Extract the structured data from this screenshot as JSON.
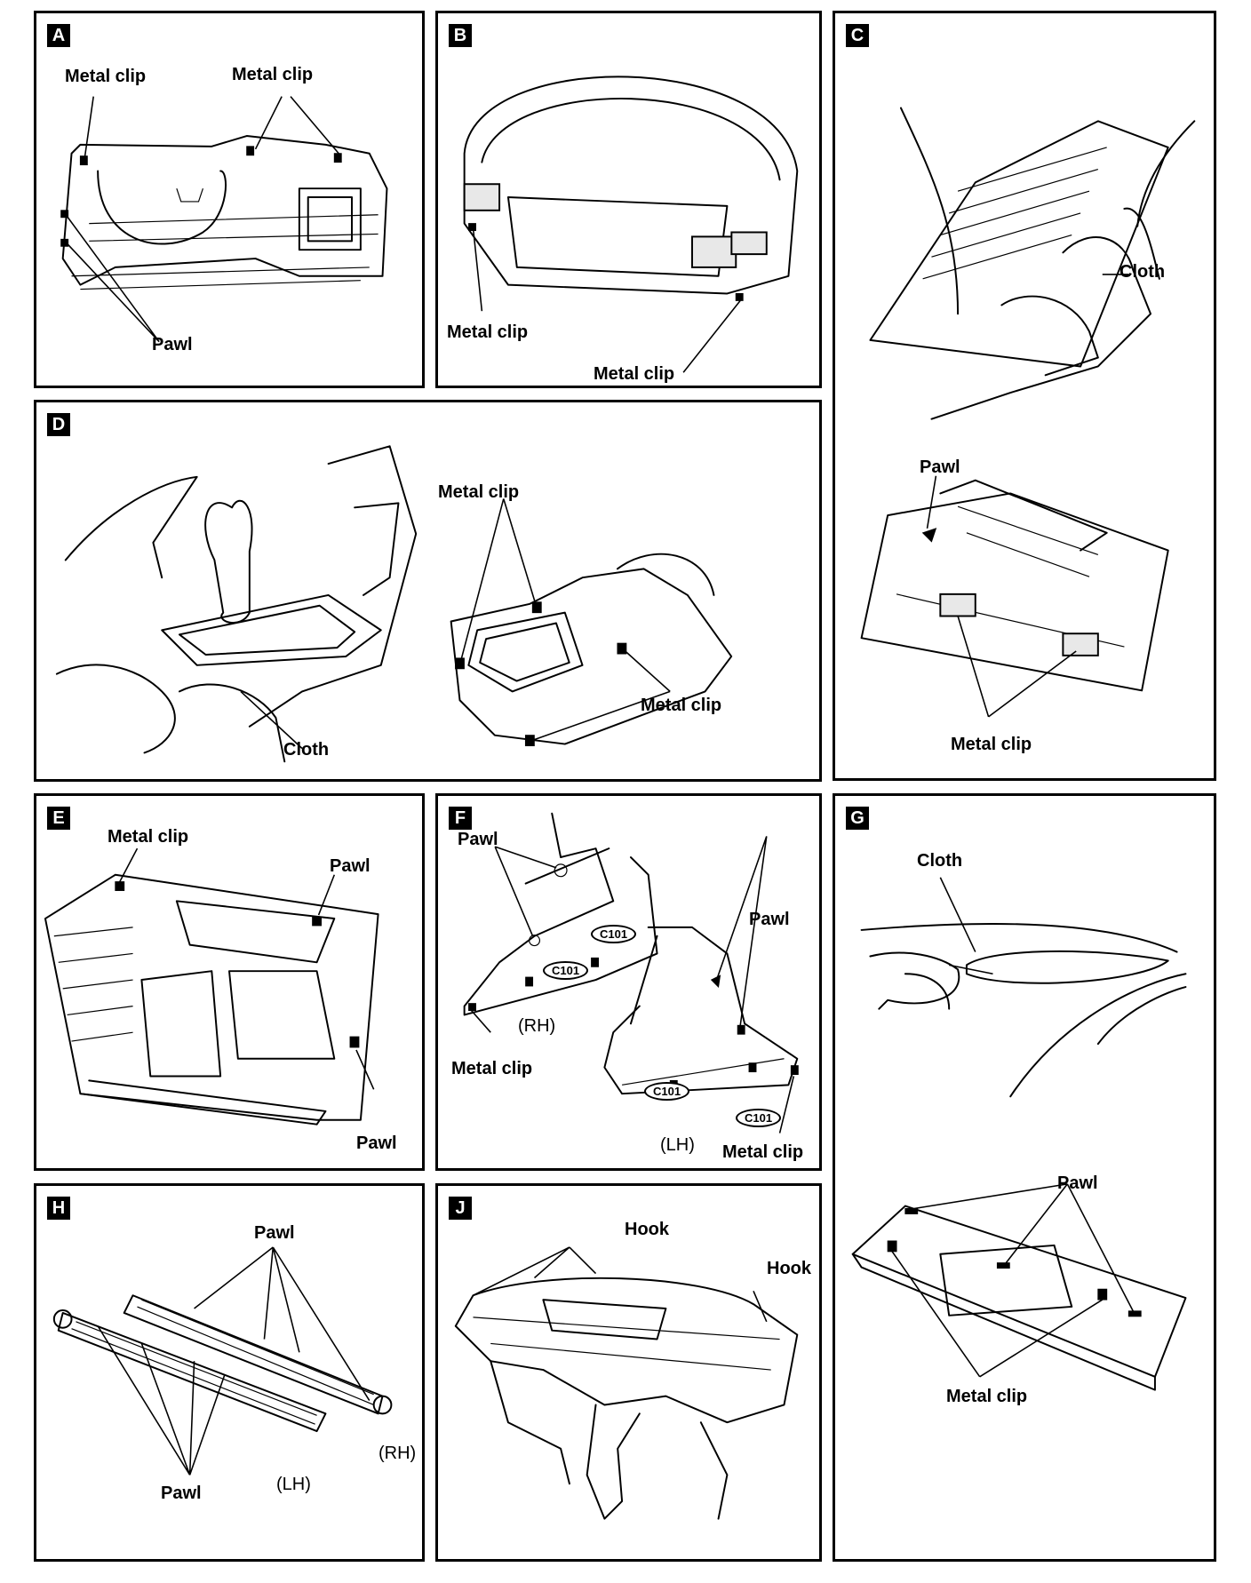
{
  "panels": {
    "A": {
      "tag": "A",
      "labels": [
        "Metal clip",
        "Metal clip",
        "Pawl"
      ]
    },
    "B": {
      "tag": "B",
      "labels": [
        "Metal clip",
        "Metal clip"
      ]
    },
    "C": {
      "tag": "C",
      "labels": [
        "Cloth",
        "Pawl",
        "Metal clip"
      ]
    },
    "D": {
      "tag": "D",
      "labels": [
        "Metal clip",
        "Metal clip",
        "Cloth"
      ]
    },
    "E": {
      "tag": "E",
      "labels": [
        "Metal clip",
        "Pawl",
        "Pawl"
      ]
    },
    "F": {
      "tag": "F",
      "labels": [
        "Pawl",
        "Pawl",
        "Metal clip",
        "Metal clip",
        "(RH)",
        "(LH)"
      ],
      "connectors": [
        "C101",
        "C101",
        "C101",
        "C101"
      ]
    },
    "G": {
      "tag": "G",
      "labels": [
        "Cloth",
        "Pawl",
        "Metal clip"
      ]
    },
    "H": {
      "tag": "H",
      "labels": [
        "Pawl",
        "Pawl",
        "(RH)",
        "(LH)"
      ]
    },
    "J": {
      "tag": "J",
      "labels": [
        "Hook",
        "Hook"
      ]
    }
  }
}
